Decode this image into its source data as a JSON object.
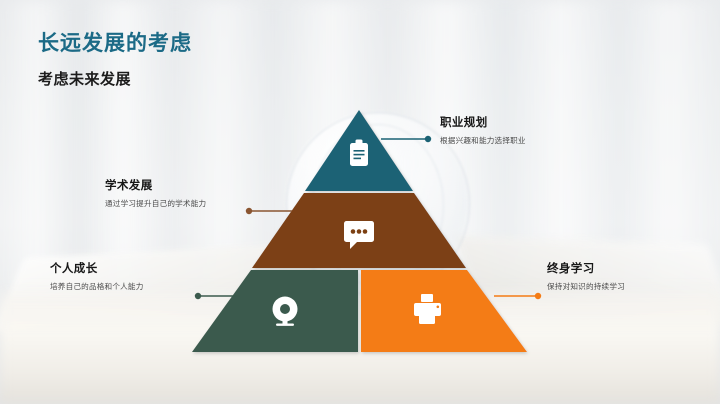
{
  "slide": {
    "title": "长远发展的考虑",
    "subtitle": "考虑未来发展",
    "title_color": "#1b6a86",
    "background_color": "#eceef0"
  },
  "pyramid": {
    "tiers": [
      {
        "id": "tier-career",
        "level": 1,
        "color": "#1b6274",
        "icon": "clipboard-icon",
        "label_ref": "职业规划"
      },
      {
        "id": "tier-academic",
        "level": 2,
        "color": "#7b3f12",
        "icon": "chat-bubble-icon",
        "label_ref": "学术发展"
      },
      {
        "id": "tier-personal",
        "level": 3,
        "color": "#3b5a4d",
        "icon": "ring-lamp-icon",
        "label_ref": "个人成长"
      },
      {
        "id": "tier-lifelong",
        "level": 3,
        "color": "#f47b14",
        "icon": "printer-icon",
        "label_ref": "终身学习"
      }
    ]
  },
  "callouts": [
    {
      "id": "callout-career",
      "title": "职业规划",
      "desc": "根据兴趣和能力选择职业",
      "connector_color": "#1b6274",
      "side": "right"
    },
    {
      "id": "callout-academic",
      "title": "学术发展",
      "desc": "通过学习提升自己的学术能力",
      "connector_color": "#8a5531",
      "side": "left"
    },
    {
      "id": "callout-personal",
      "title": "个人成长",
      "desc": "培养自己的品格和个人能力",
      "connector_color": "#3b5a4d",
      "side": "left"
    },
    {
      "id": "callout-lifelong",
      "title": "终身学习",
      "desc": "保持对知识的持续学习",
      "connector_color": "#f47b14",
      "side": "right"
    }
  ]
}
